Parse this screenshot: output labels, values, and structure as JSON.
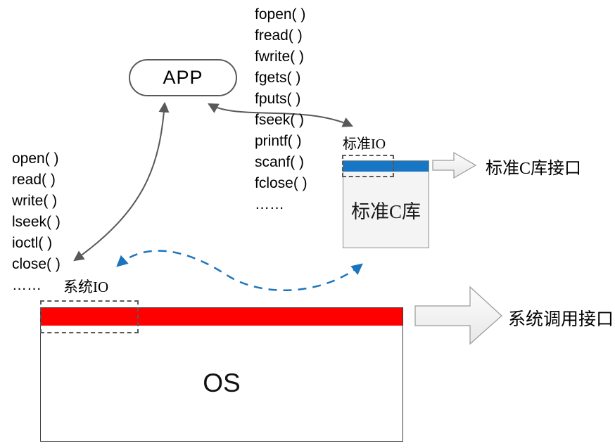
{
  "colors": {
    "arrow_gray": "#595959",
    "blue_bar": "#1777c5",
    "blue_dashed": "#1b75bc",
    "red_bar": "#ff0000"
  },
  "app_node": {
    "label": "APP"
  },
  "stdio_functions": {
    "items": [
      "fopen( )",
      "fread( )",
      "fwrite( )",
      "fgets( )",
      "fputs( )",
      "fseek( )",
      "printf( )",
      "scanf( )",
      "fclose( )",
      "……"
    ]
  },
  "syscall_functions": {
    "items": [
      "open( )",
      "read( )",
      "write( )",
      "lseek( )",
      "ioctl( )",
      "close( )",
      "……"
    ]
  },
  "stdlib": {
    "box_title": "标准C库",
    "io_label": "标准IO",
    "interface_label": "标准C库接口"
  },
  "os": {
    "box_title": "OS",
    "io_label": "系统IO",
    "interface_label": "系统调用接口"
  }
}
